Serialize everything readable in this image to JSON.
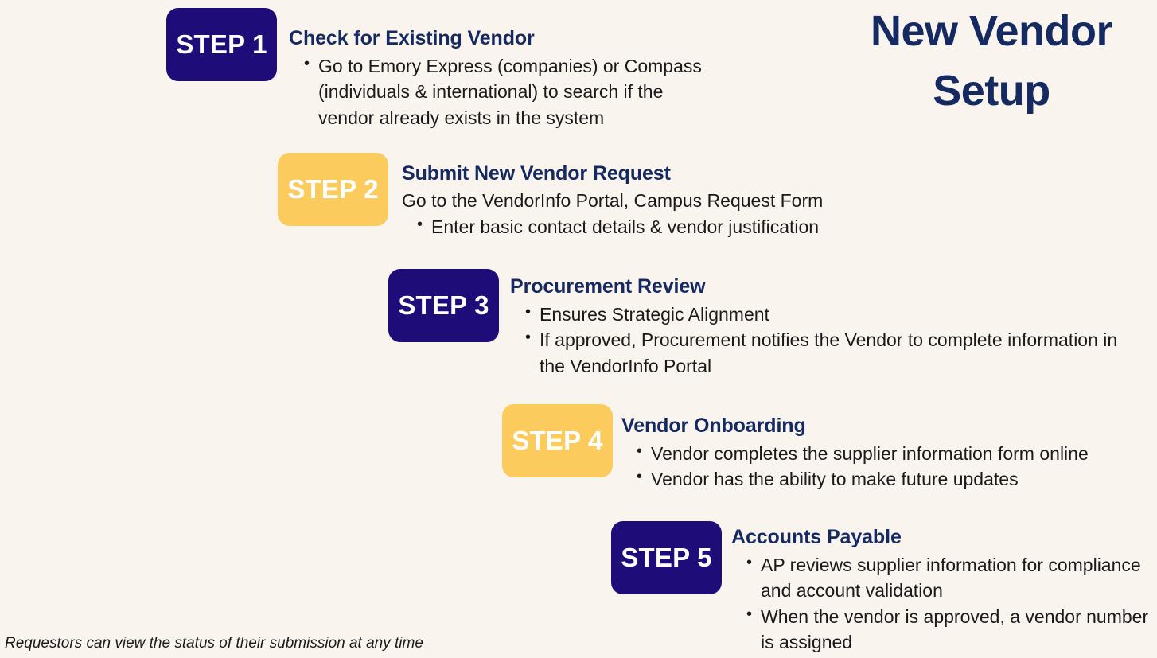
{
  "title": "New Vendor Setup",
  "colors": {
    "background": "#faf4ef",
    "navy_badge": "#1e0d78",
    "gold_badge": "#fbcb5d",
    "heading_blue": "#152a60",
    "body_text": "#1a1a1a",
    "badge_label": "#ffffff"
  },
  "steps": [
    {
      "badge": "STEP 1",
      "badge_color": "navy",
      "heading": "Check for Existing Vendor",
      "intro": "",
      "bullets": [
        "Go to Emory Express (companies) or Compass (individuals & international) to search if the vendor already exists in the system"
      ]
    },
    {
      "badge": "STEP 2",
      "badge_color": "gold",
      "heading": "Submit New Vendor Request",
      "intro": "Go to the VendorInfo Portal, Campus Request Form",
      "bullets": [
        "Enter basic contact details & vendor justification"
      ]
    },
    {
      "badge": "STEP 3",
      "badge_color": "navy",
      "heading": "Procurement Review",
      "intro": "",
      "bullets": [
        "Ensures Strategic Alignment",
        "If approved, Procurement notifies the Vendor to complete information in the VendorInfo Portal"
      ]
    },
    {
      "badge": "STEP 4",
      "badge_color": "gold",
      "heading": "Vendor Onboarding",
      "intro": "",
      "bullets": [
        "Vendor completes the supplier information form online",
        "Vendor has the ability to make future updates"
      ]
    },
    {
      "badge": "STEP 5",
      "badge_color": "navy",
      "heading": "Accounts Payable",
      "intro": "",
      "bullets": [
        "AP reviews supplier information for compliance and account validation",
        "When the vendor is approved, a vendor number is assigned"
      ]
    }
  ],
  "footer_note": "Requestors can view the status of their submission at any time"
}
